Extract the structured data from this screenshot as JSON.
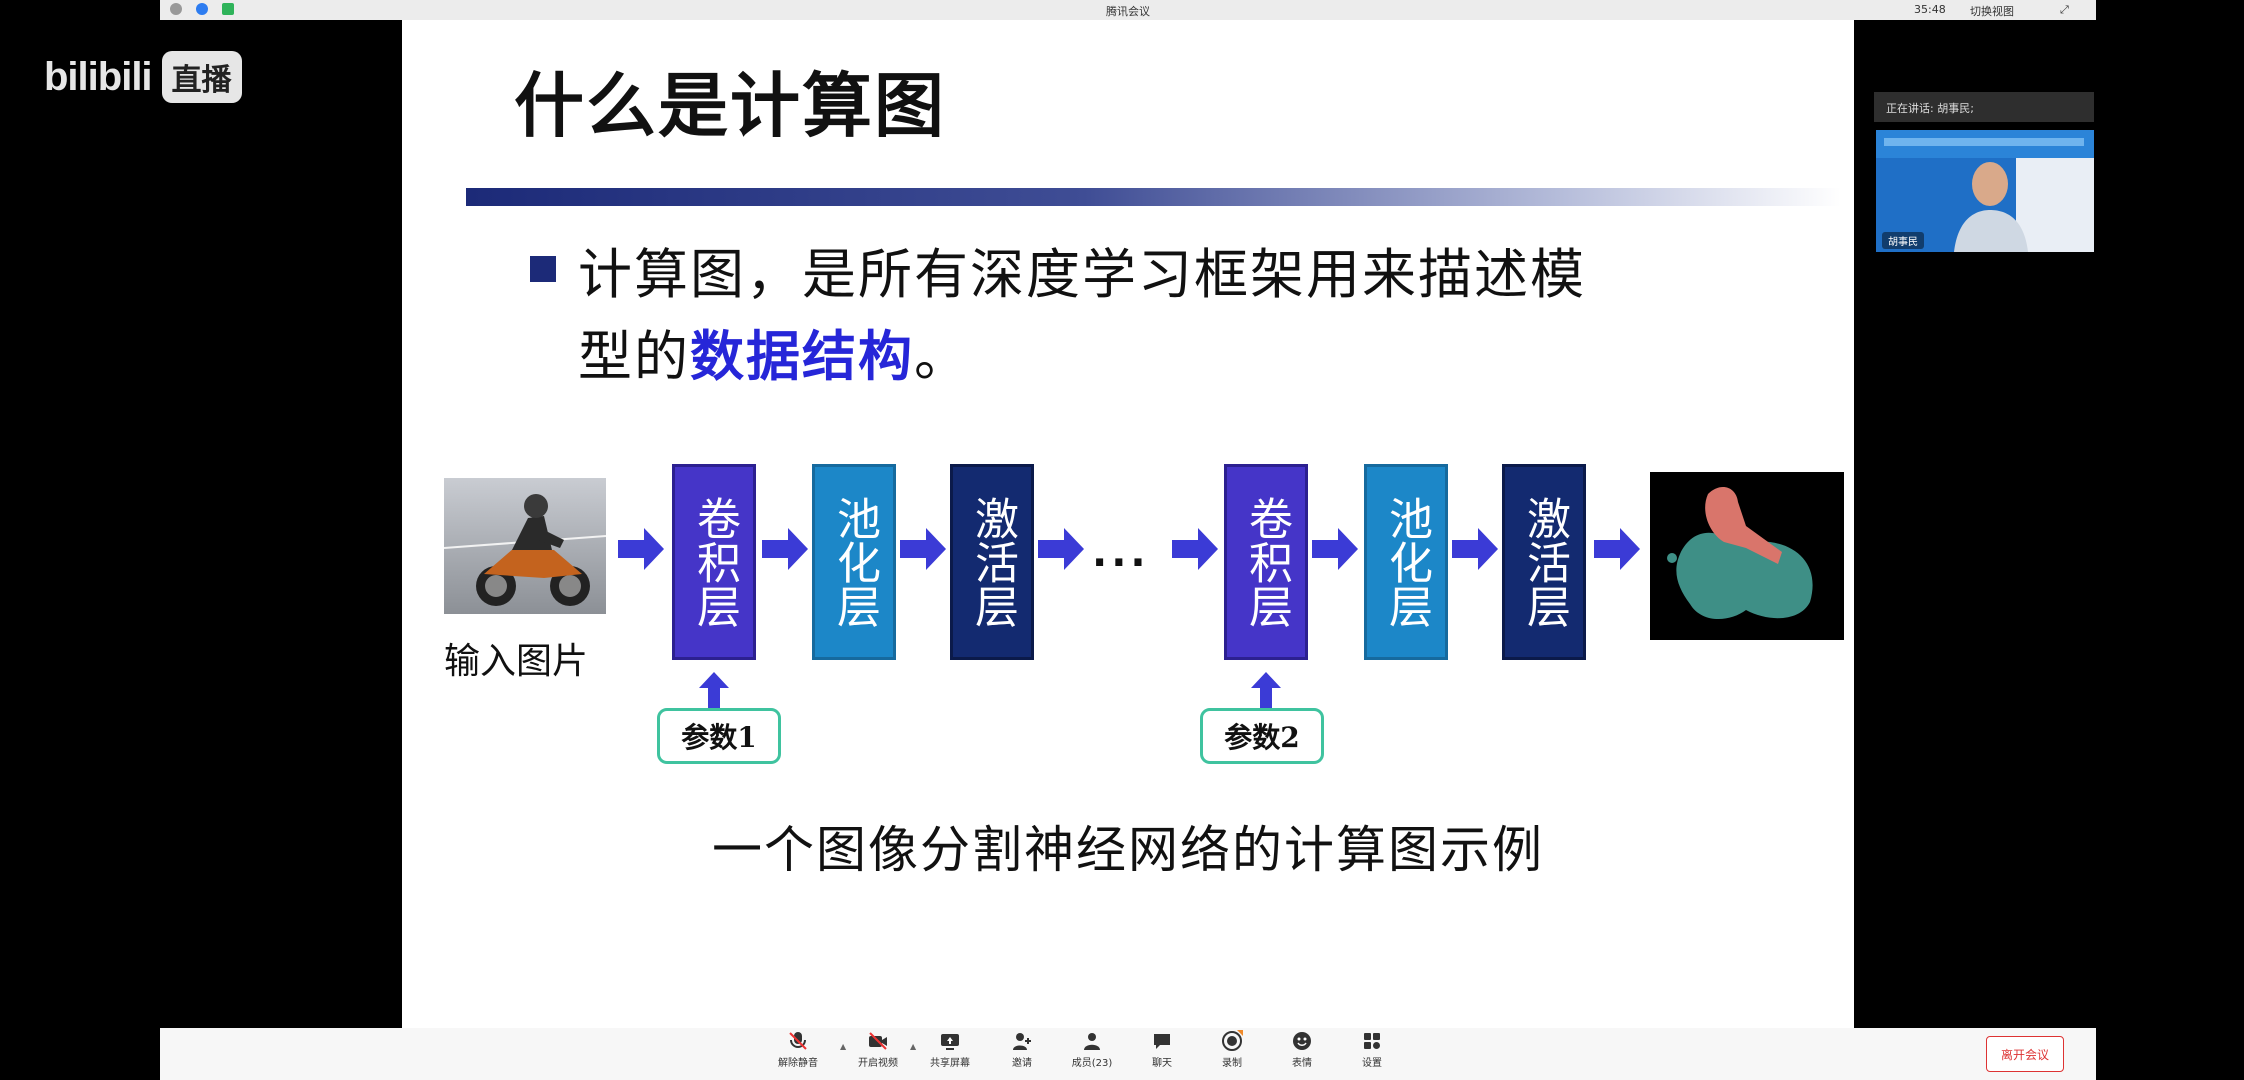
{
  "watermark": {
    "brand": "bilibili",
    "live": "直播"
  },
  "topbar": {
    "title": "腾讯会议",
    "clock": "35:48",
    "toggle_view": "切换视图"
  },
  "slide": {
    "title": "什么是计算图",
    "bullet_line1": "计算图，是所有深度学习框架用来描述模",
    "bullet_line2_prefix": "型的",
    "bullet_line2_emphasis": "数据结构",
    "bullet_line2_suffix": "。",
    "input_label": "输入图片",
    "layers": [
      {
        "text": "卷积层",
        "kind": "conv"
      },
      {
        "text": "池化层",
        "kind": "pool"
      },
      {
        "text": "激活层",
        "kind": "act"
      },
      {
        "text": "卷积层",
        "kind": "conv"
      },
      {
        "text": "池化层",
        "kind": "pool"
      },
      {
        "text": "激活层",
        "kind": "act"
      }
    ],
    "ellipsis": "···",
    "param1": "参数1",
    "param2": "参数2",
    "caption": "一个图像分割神经网络的计算图示例"
  },
  "speaker": {
    "header": "正在讲话: 胡事民;",
    "name": "胡事民"
  },
  "toolbar": {
    "items": [
      {
        "label": "解除静音",
        "icon": "mic-muted-icon"
      },
      {
        "label": "开启视频",
        "icon": "camera-off-icon"
      },
      {
        "label": "共享屏幕",
        "icon": "share-screen-icon"
      },
      {
        "label": "邀请",
        "icon": "invite-icon"
      },
      {
        "label": "成员(23)",
        "icon": "members-icon"
      },
      {
        "label": "聊天",
        "icon": "chat-icon"
      },
      {
        "label": "录制",
        "icon": "record-icon"
      },
      {
        "label": "表情",
        "icon": "emoji-icon"
      },
      {
        "label": "设置",
        "icon": "settings-icon"
      }
    ],
    "leave": "离开会议"
  },
  "colors": {
    "conv": "#4535c8",
    "pool": "#1c87c8",
    "act": "#132a70",
    "param_border": "#3fc39f",
    "arrow": "#3b3bd6",
    "emphasis": "#2626d8"
  }
}
